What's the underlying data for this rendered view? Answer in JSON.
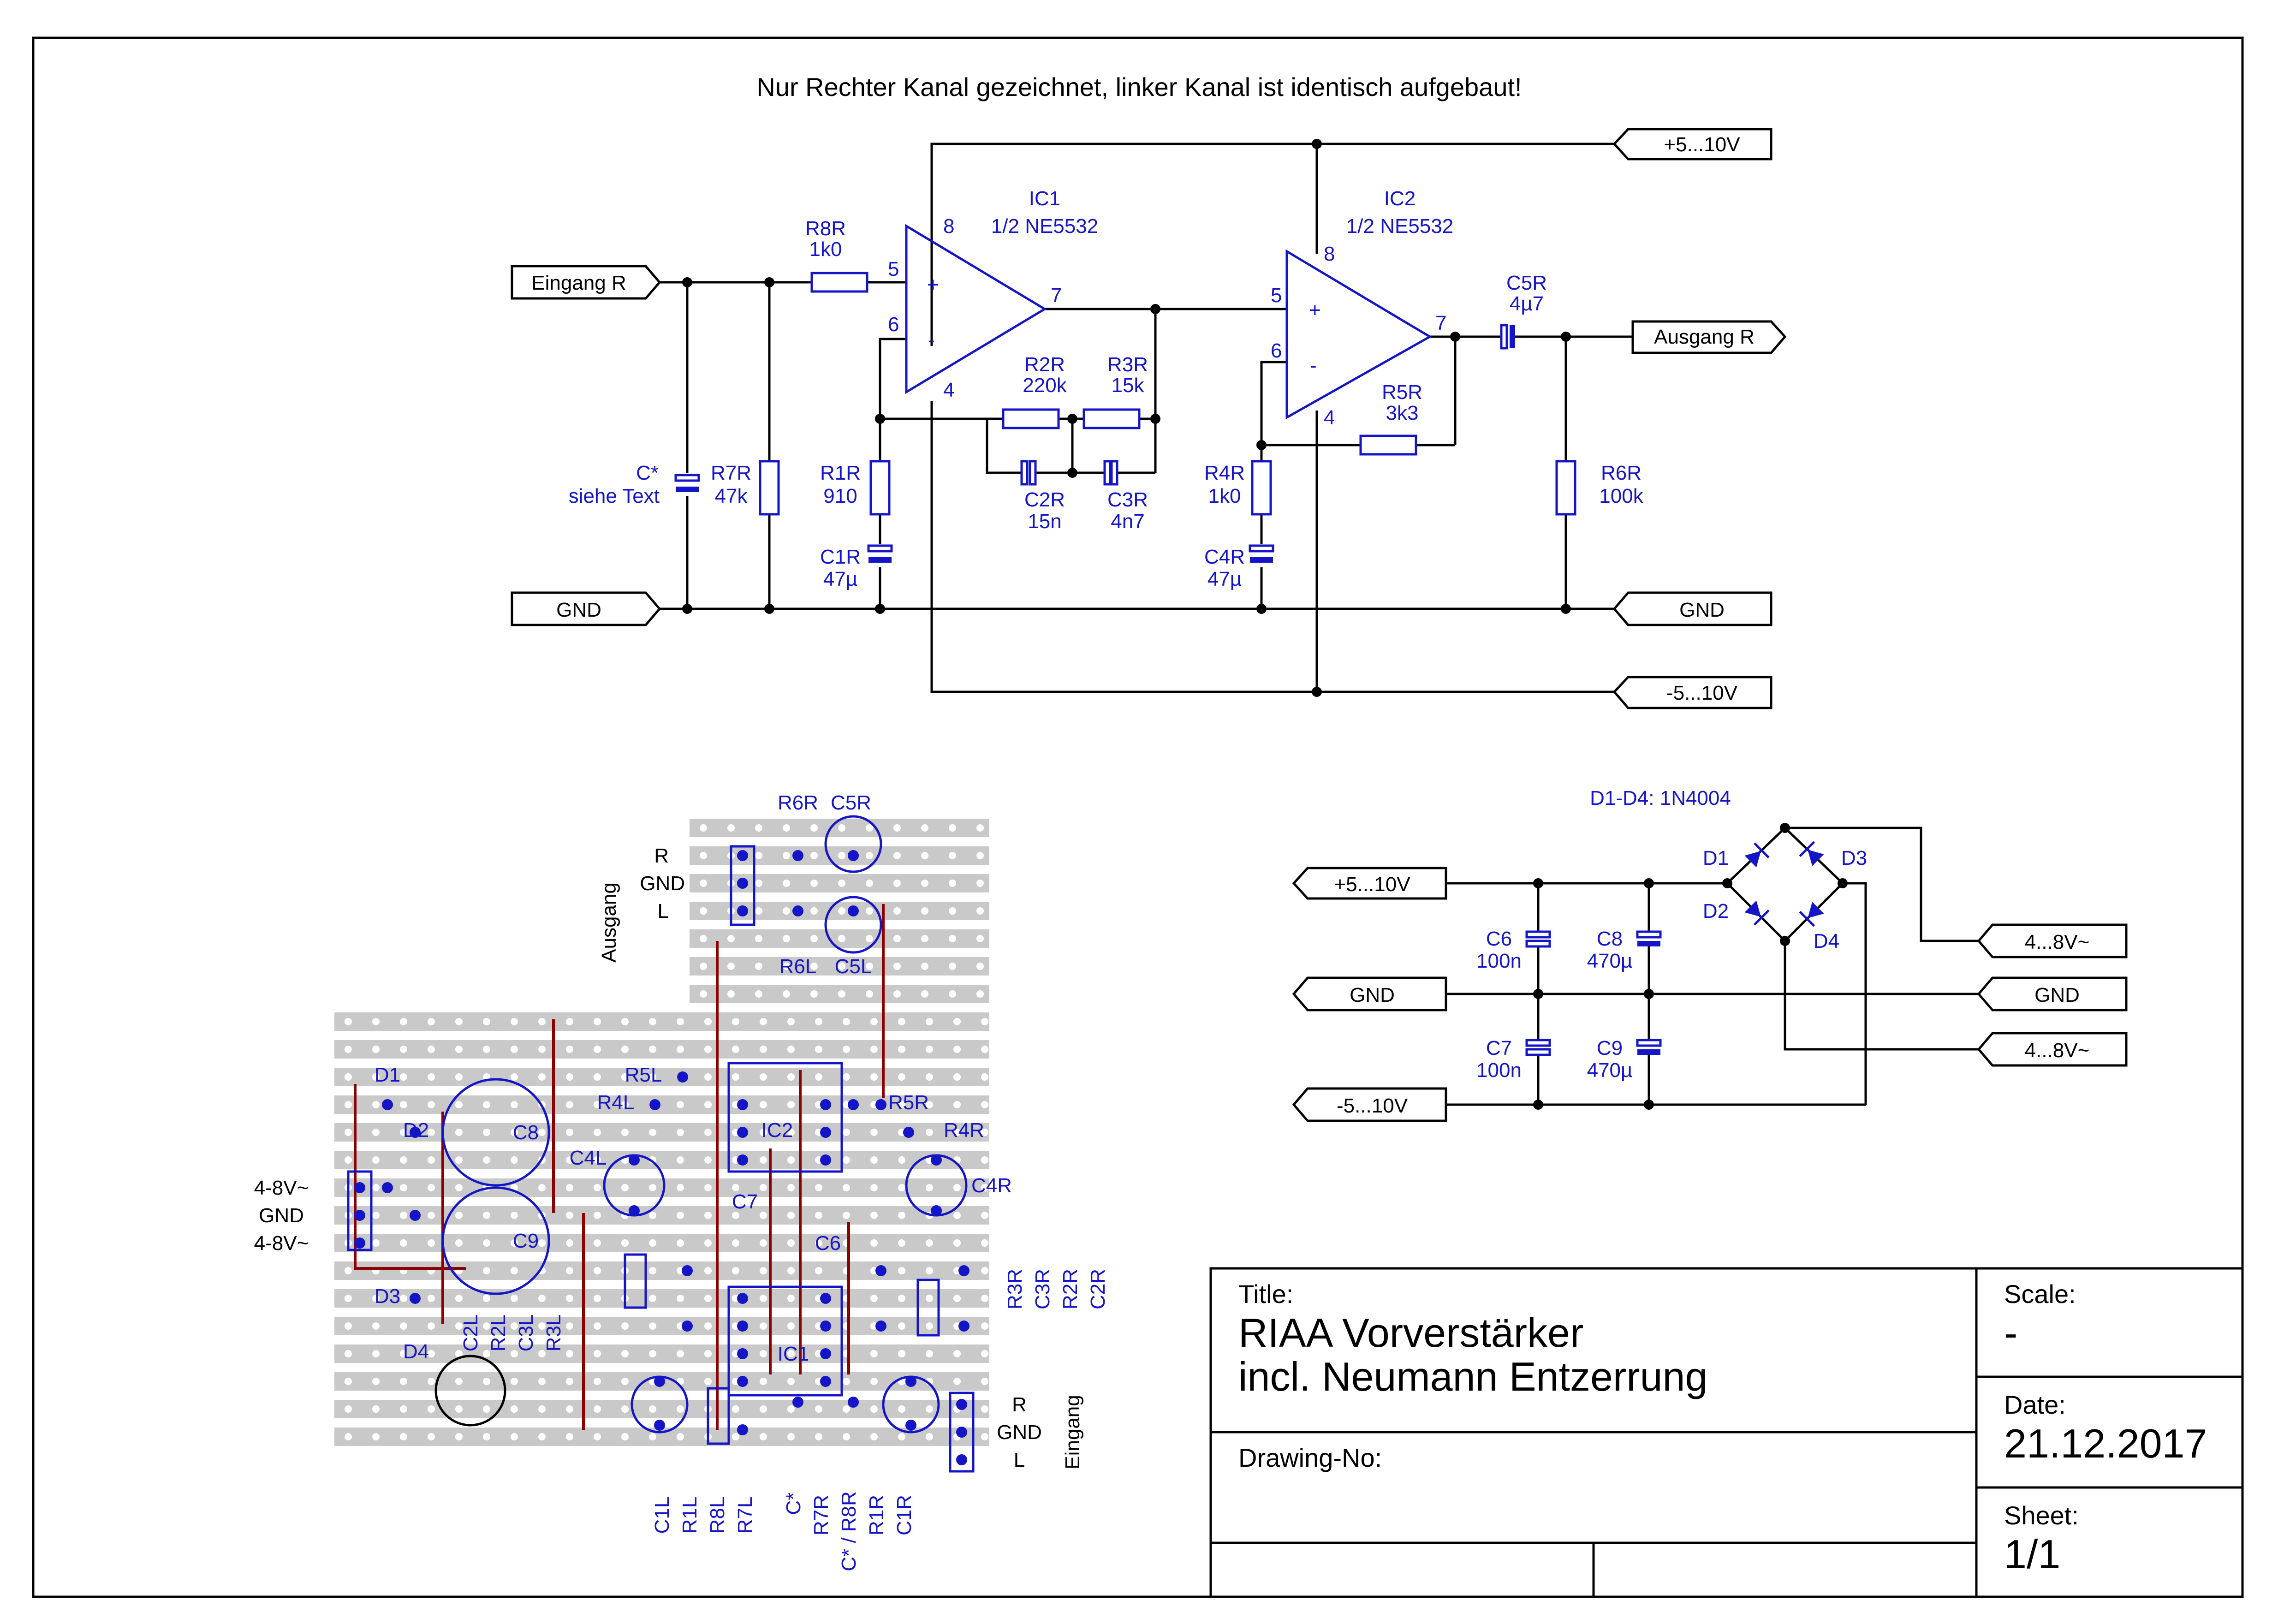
{
  "note": "Nur Rechter Kanal gezeichnet, linker Kanal ist identisch aufgebaut!",
  "ports": {
    "vpos": "+5...10V",
    "vneg": "-5...10V",
    "gnd": "GND",
    "in_r": "Eingang R",
    "out_r": "Ausgang R",
    "ac": "4...8V~"
  },
  "ic1": {
    "name": "IC1",
    "type": "1/2 NE5532",
    "plus": "+",
    "minus": "-",
    "p8": "8",
    "p5": "5",
    "p6": "6",
    "p4": "4",
    "p7": "7"
  },
  "ic2": {
    "name": "IC2",
    "type": "1/2 NE5532",
    "plus": "+",
    "minus": "-",
    "p8": "8",
    "p5": "5",
    "p6": "6",
    "p4": "4",
    "p7": "7"
  },
  "parts": {
    "r8r": [
      "R8R",
      "1k0"
    ],
    "cstar": [
      "C*",
      "siehe Text"
    ],
    "r7r": [
      "R7R",
      "47k"
    ],
    "r1r": [
      "R1R",
      "910"
    ],
    "c1r": [
      "C1R",
      "47µ"
    ],
    "r2r": [
      "R2R",
      "220k"
    ],
    "r3r": [
      "R3R",
      "15k"
    ],
    "c2r": [
      "C2R",
      "15n"
    ],
    "c3r": [
      "C3R",
      "4n7"
    ],
    "r4r": [
      "R4R",
      "1k0"
    ],
    "c4r": [
      "C4R",
      "47µ"
    ],
    "r5r": [
      "R5R",
      "3k3"
    ],
    "c5r": [
      "C5R",
      "4µ7"
    ],
    "r6r": [
      "R6R",
      "100k"
    ]
  },
  "psu": {
    "diodes": "D1-D4: 1N4004",
    "d1": "D1",
    "d2": "D2",
    "d3": "D3",
    "d4": "D4",
    "c6": [
      "C6",
      "100n"
    ],
    "c7": [
      "C7",
      "100n"
    ],
    "c8": [
      "C8",
      "470µ"
    ],
    "c9": [
      "C9",
      "470µ"
    ]
  },
  "layout": {
    "top": [
      "R6R",
      "C5R"
    ],
    "out_group": "Ausgang",
    "out_pins": [
      "R",
      "GND",
      "L"
    ],
    "r6l": "R6L",
    "c5l": "C5L",
    "d": [
      "D1",
      "D2",
      "D3",
      "D4"
    ],
    "c8": "C8",
    "c9": "C9",
    "power_pins": [
      "4-8V~",
      "GND",
      "4-8V~"
    ],
    "r5l": "R5L",
    "r4l": "R4L",
    "c4l": "C4L",
    "ic2": "IC2",
    "ic1": "IC1",
    "r5r": "R5R",
    "r4r": "R4R",
    "c4r": "C4R",
    "c7": "C7",
    "c6": "C6",
    "left_vert": [
      "C2L",
      "R2L",
      "C3L",
      "R3L"
    ],
    "right_vert": [
      "R3R",
      "C3R",
      "R2R",
      "C2R"
    ],
    "in_group": "Eingang",
    "in_pins": [
      "R",
      "GND",
      "L"
    ],
    "bottom_vert": [
      "C1L",
      "R1L",
      "R8L",
      "R7L",
      "C*",
      "R7R",
      "C* / R8R",
      "R1R",
      "C1R"
    ]
  },
  "titleblock": {
    "title_label": "Title:",
    "title_line1": "RIAA Vorverstärker",
    "title_line2": "incl. Neumann Entzerrung",
    "scale_label": "Scale:",
    "scale_value": "-",
    "date_label": "Date:",
    "date_value": "21.12.2017",
    "drawing_label": "Drawing-No:",
    "sheet_label": "Sheet:",
    "sheet_value": "1/1"
  }
}
